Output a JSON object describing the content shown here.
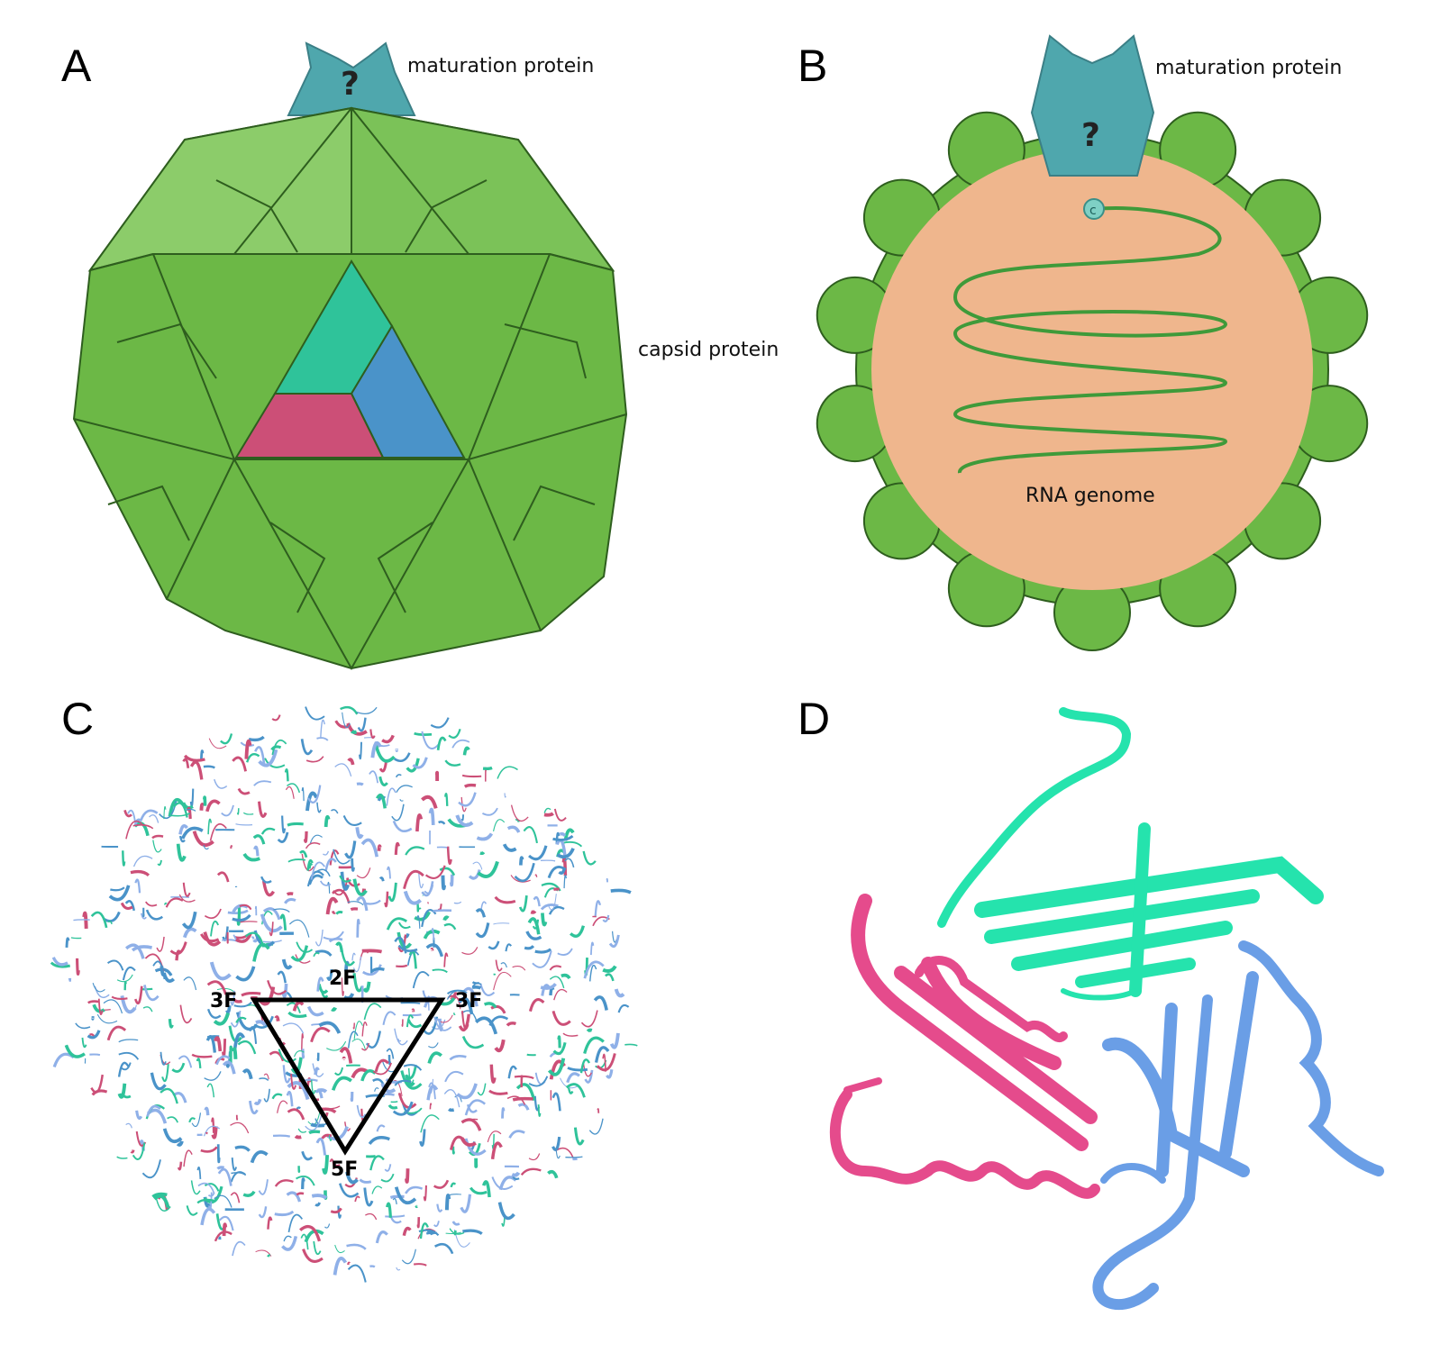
{
  "panels": {
    "a": {
      "letter": "A",
      "maturation_label": "maturation protein",
      "question": "?",
      "capsid_label": "capsid protein"
    },
    "b": {
      "letter": "B",
      "maturation_label": "maturation protein",
      "question": "?",
      "genome_label": "RNA genome",
      "end_marker": "c"
    },
    "c": {
      "letter": "C",
      "fold_labels": {
        "two_fold": "2F",
        "three_fold_left": "3F",
        "three_fold_right": "3F",
        "five_fold": "5F"
      }
    },
    "d": {
      "letter": "D"
    }
  },
  "colors": {
    "capsid_green": "#6cb846",
    "maturation_teal": "#4fa7ad",
    "interior_peach": "#efb68d",
    "subunit_a": "#2fc39a",
    "subunit_b": "#4a93c9",
    "subunit_c": "#cc4f77",
    "ribbon_green": "#25e3ad",
    "ribbon_pink": "#e54b8c",
    "ribbon_blue": "#6a9ee6"
  }
}
